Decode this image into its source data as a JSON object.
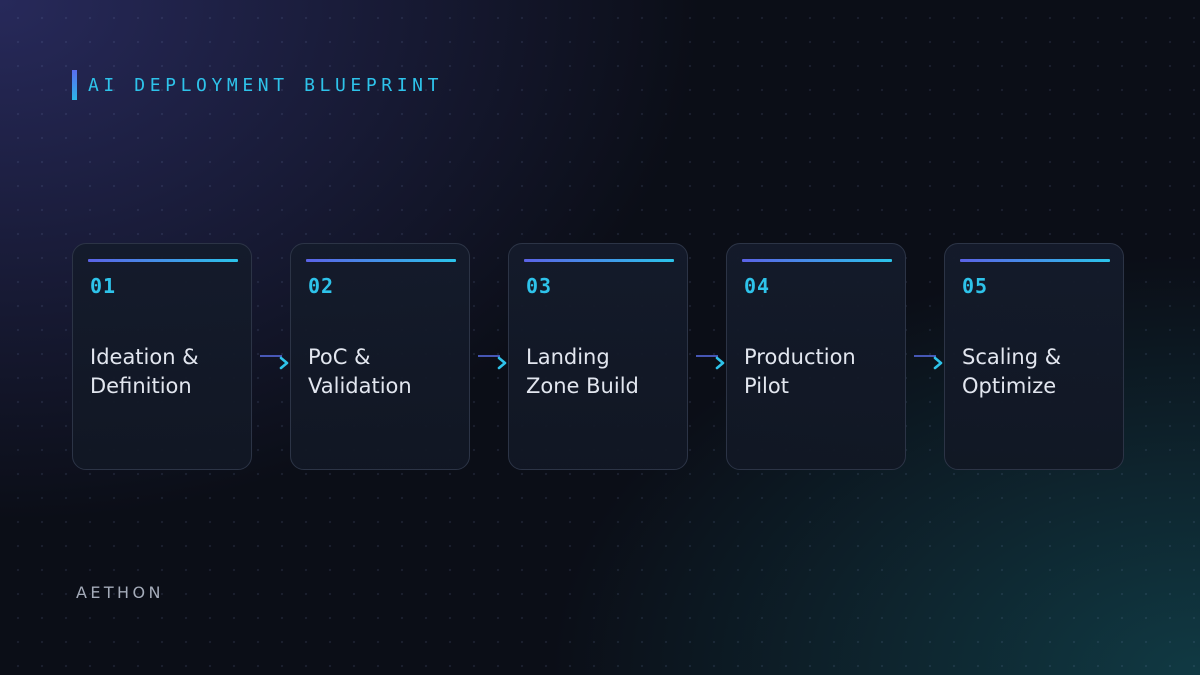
{
  "header": {
    "title": "AI DEPLOYMENT BLUEPRINT"
  },
  "steps": [
    {
      "number": "01",
      "title": "Ideation &\nDefinition"
    },
    {
      "number": "02",
      "title": "PoC &\nValidation"
    },
    {
      "number": "03",
      "title": "Landing\nZone Build"
    },
    {
      "number": "04",
      "title": "Production\nPilot"
    },
    {
      "number": "05",
      "title": "Scaling &\nOptimize"
    }
  ],
  "footer": {
    "logo_text": "AETHON"
  },
  "colors": {
    "accent_cyan": "#2ec3ea",
    "accent_indigo": "#5b62e6",
    "background": "#0b0e17",
    "card_border": "#2c3446",
    "text_primary": "#e2e6ef",
    "logo_gray": "#a4abb9"
  }
}
